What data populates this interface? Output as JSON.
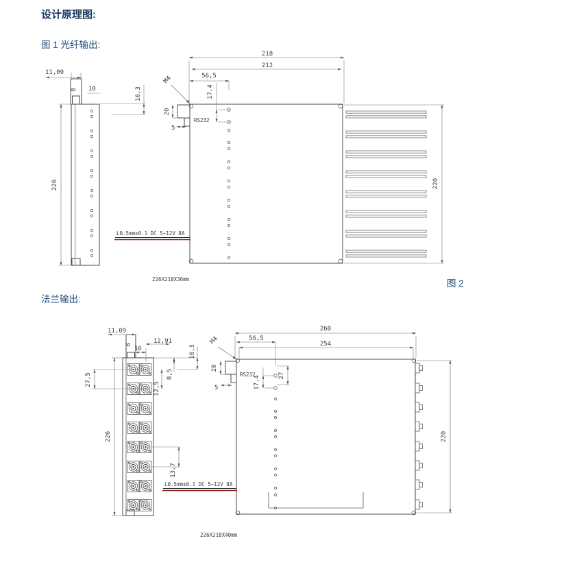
{
  "page": {
    "title": "设计原理图:",
    "fig1_caption": "图 1 光纤输出:",
    "fig2_label": "图 2",
    "fig2_caption": "法兰输出:"
  },
  "colors": {
    "title_navy": "#17365d",
    "caption_blue": "#1f497d",
    "drawing_gray": "#4a4a4a",
    "underline_red": "#8a1f1f"
  },
  "fig1": {
    "dim_width_outer": "218",
    "dim_width_inner": "212",
    "dim_connector_x": "56,5",
    "dim_screw_pitch": "17,4",
    "dim_flange_width": "11,09",
    "dim_slot": "8",
    "dim_hole_offset": "10",
    "dim_top_inset": "16,3",
    "dim_height": "226",
    "dim_fin_height": "220",
    "dim_port_drop": "20",
    "dim_port_step": "5",
    "thread_label": "M4",
    "port_label": "RS232",
    "power_label": "L0.5mm±0.1 DC 5~12V 8A",
    "size_label": "226X218X36mm"
  },
  "fig2": {
    "dim_width_outer": "260",
    "dim_width_inner": "254",
    "dim_connector_x": "56,5",
    "dim_flange_width": "11,09",
    "dim_slot": "8",
    "dim_col_gap": "16",
    "dim_col_pitch": "12,91",
    "dim_top_inset": "16,3",
    "dim_row_inset": "8,5",
    "dim_row_pitch": "12,5",
    "dim_flange_row": "27,5",
    "dim_height": "226",
    "dim_row_gap": "13,7",
    "dim_fin_height": "220",
    "dim_port_drop": "20",
    "dim_port_step": "5",
    "dim_screw_pitch": "17,4",
    "dim_screw_drop": "27",
    "thread_label": "M4",
    "port_label": "RS232",
    "power_label": "L0.5mm±0.1 DC 5~12V 8A",
    "size_label": "226X218X40mm"
  }
}
